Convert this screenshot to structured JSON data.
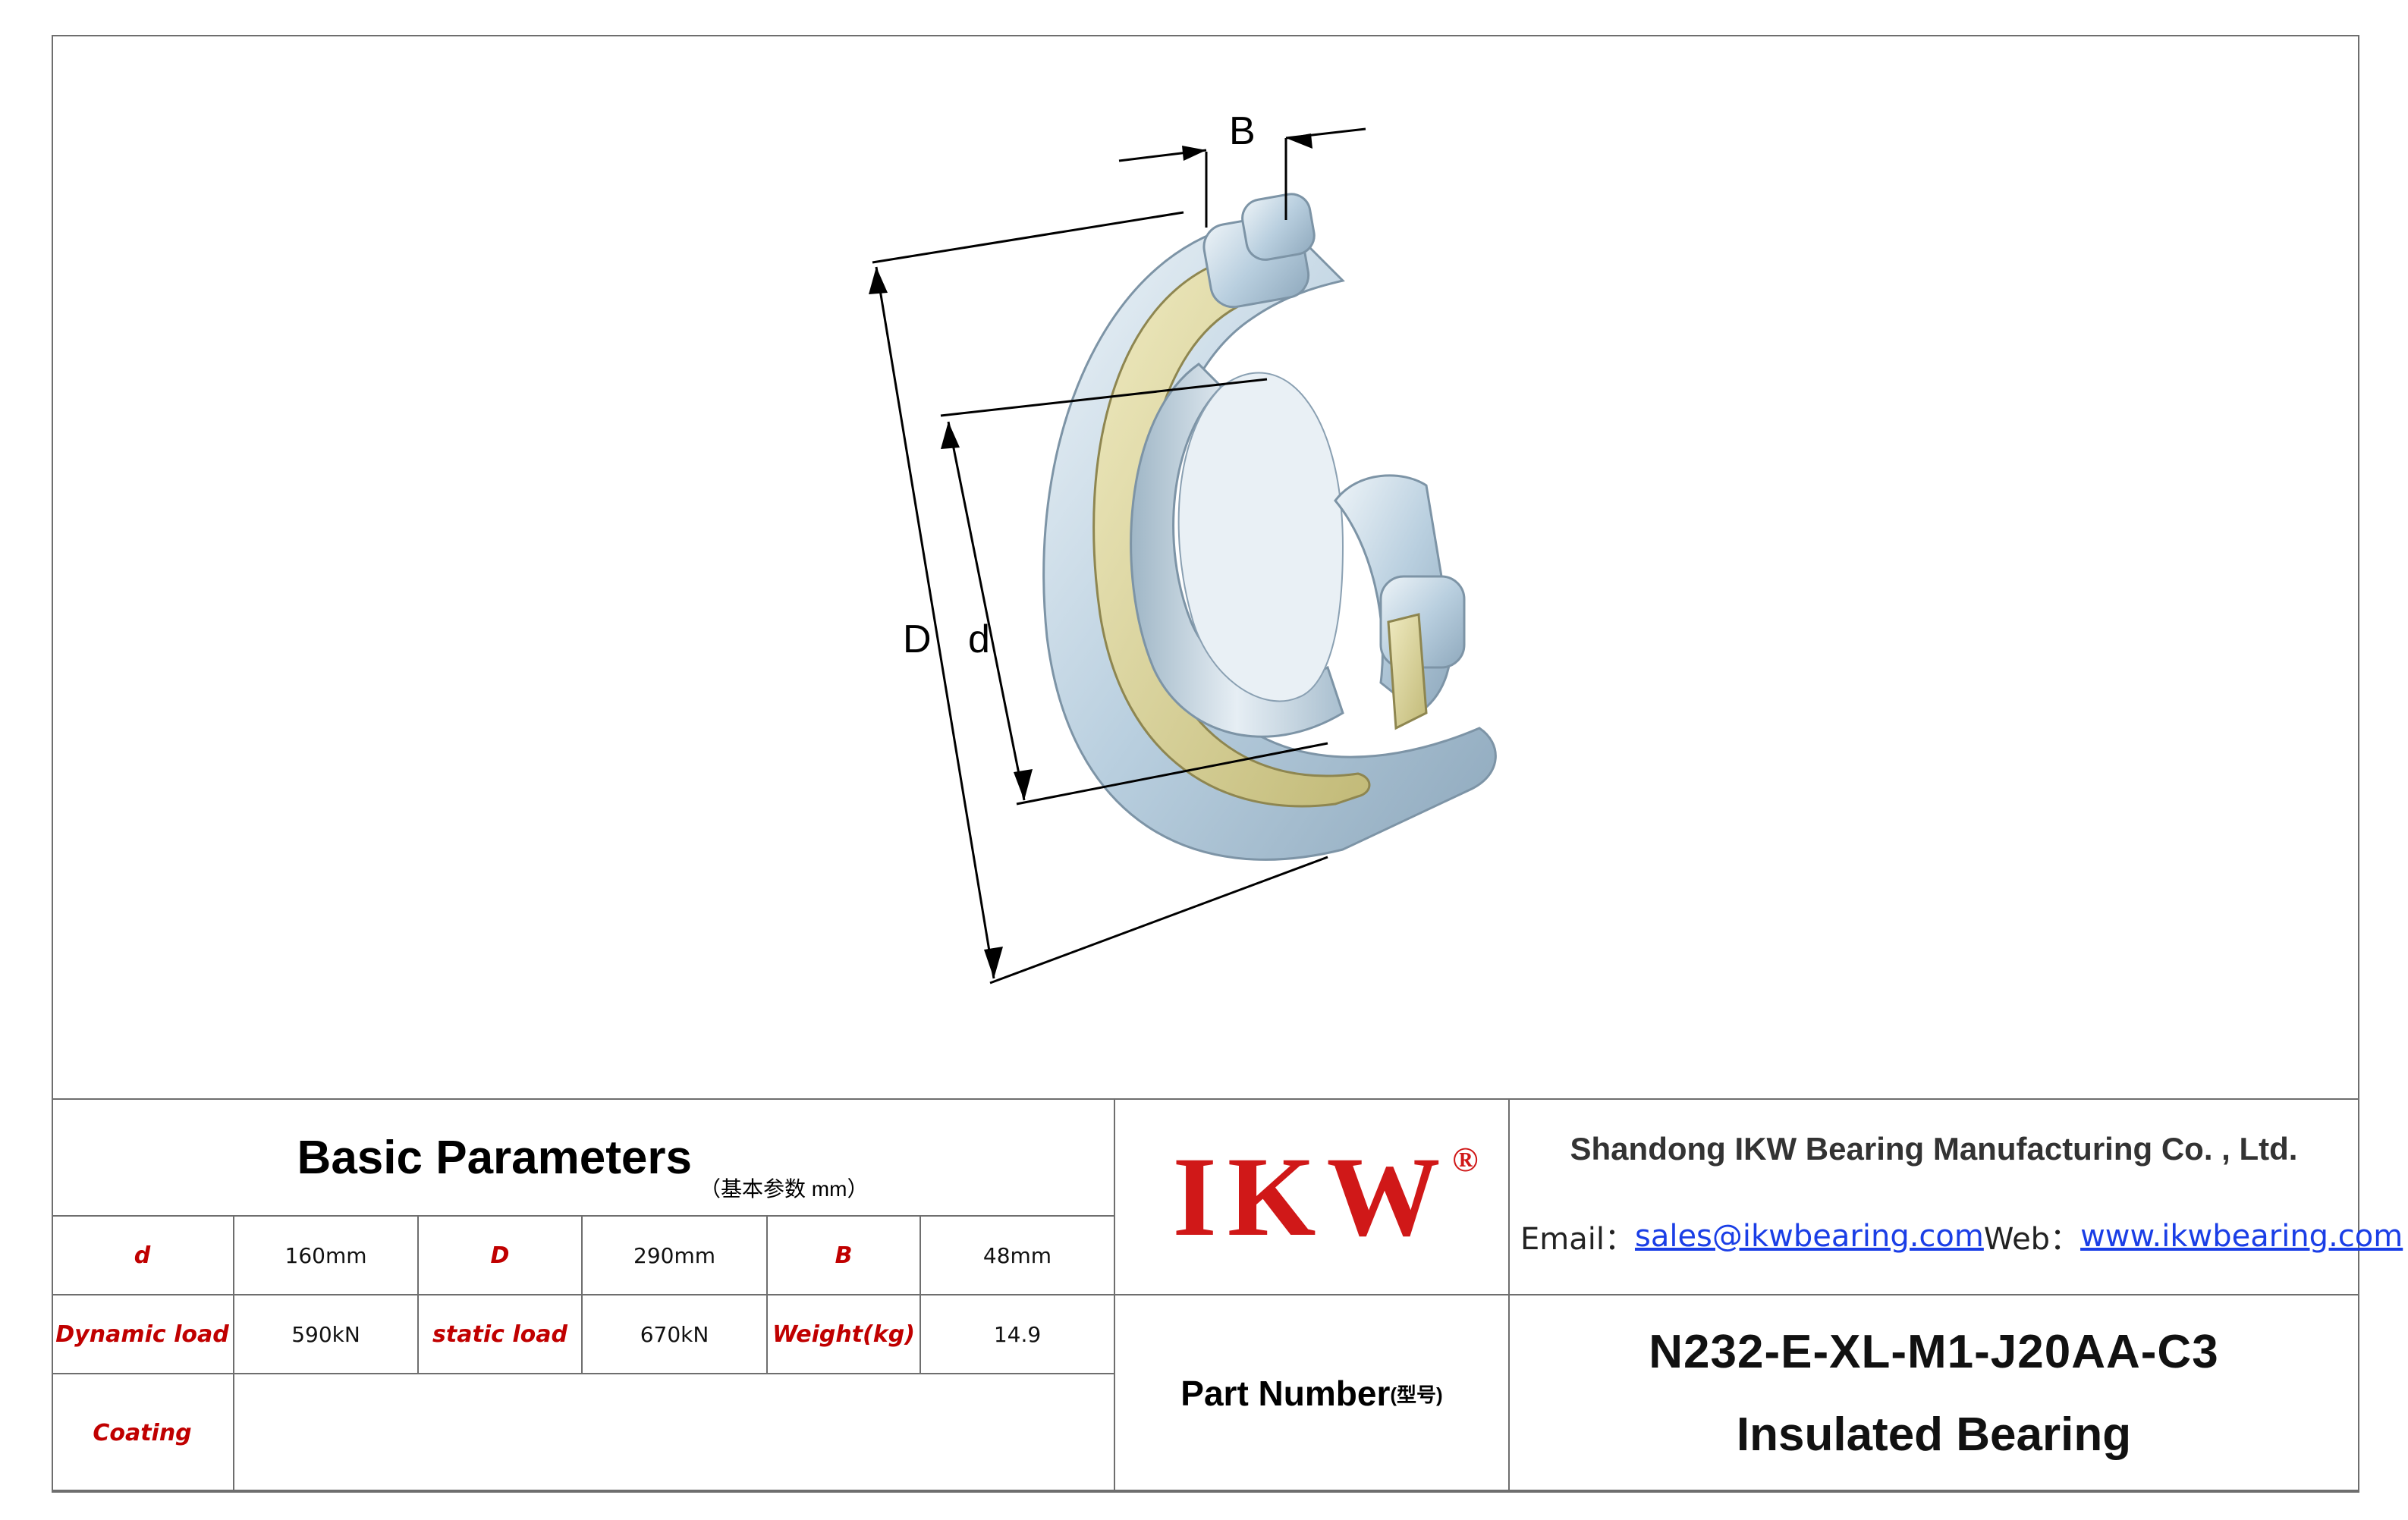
{
  "drawing": {
    "dim_b": "B",
    "dim_outer": "D",
    "dim_inner": "d"
  },
  "basic_params": {
    "title": "Basic Parameters",
    "subtitle": "（基本参数 mm）",
    "rows": [
      [
        {
          "label": "d",
          "value": "160mm"
        },
        {
          "label": "D",
          "value": "290mm"
        },
        {
          "label": "B",
          "value": "48mm"
        }
      ],
      [
        {
          "label": "Dynamic load",
          "value": "590kN"
        },
        {
          "label": "static load",
          "value": "670kN"
        },
        {
          "label": "Weight(kg)",
          "value": "14.9"
        }
      ]
    ],
    "coating_label": "Coating",
    "coating_value": ""
  },
  "logo": {
    "text": "IKW",
    "registered": "®"
  },
  "company": {
    "name": "Shandong IKW Bearing Manufacturing Co. , Ltd.",
    "email_label": "Email：",
    "email": "sales@ikwbearing.com",
    "web_label": "Web：",
    "web": "www.ikwbearing.com"
  },
  "part": {
    "label": "Part Number",
    "label_sub": "(型号)",
    "number": "N232-E-XL-M1-J20AA-C3",
    "name": "Insulated Bearing"
  },
  "colors": {
    "label_red": "#c00000",
    "logo_red": "#d01818",
    "link_blue": "#1a3ee6",
    "cage_yellow": "#d8d29a",
    "steel": "#c9dbe8"
  }
}
